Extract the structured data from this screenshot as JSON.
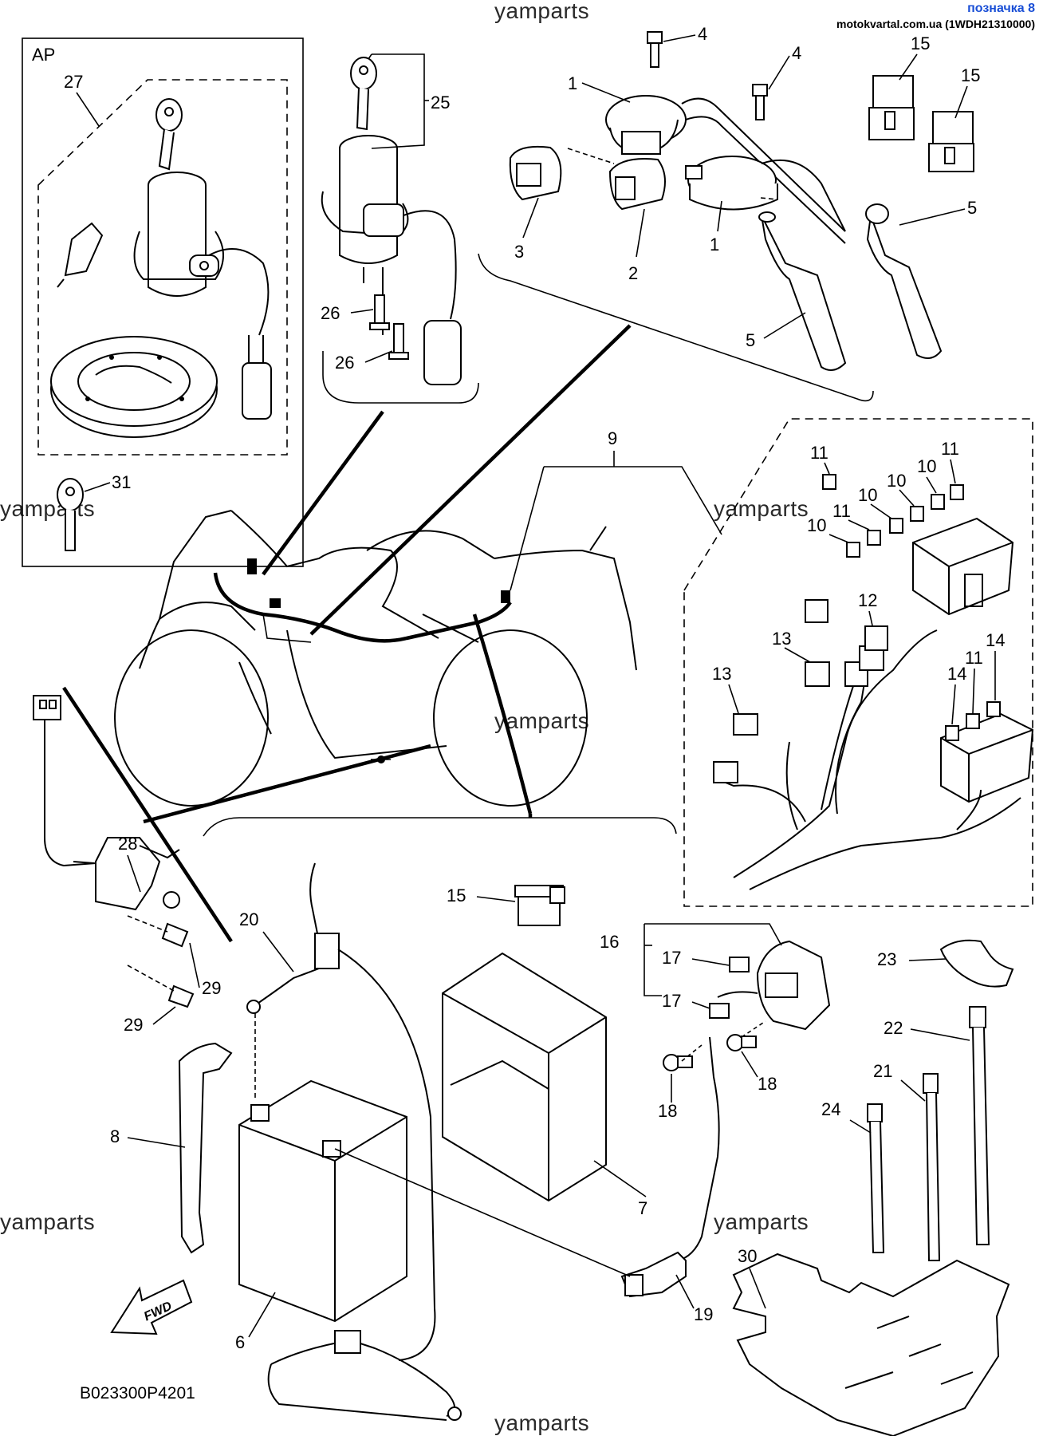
{
  "header": {
    "reference_label": "позначка 8",
    "source_line": "motokvartal.com.ua (1WDH21310000)"
  },
  "watermarks": [
    "yamparts",
    "yamparts",
    "yamparts",
    "yamparts",
    "yamparts",
    "yamparts",
    "yamparts"
  ],
  "inset_label": "AP",
  "catalog_number": "B023300P4201",
  "fwd_label": "FWD",
  "callouts": {
    "c1a": "1",
    "c1b": "1",
    "c2": "2",
    "c3": "3",
    "c4a": "4",
    "c4b": "4",
    "c5a": "5",
    "c5b": "5",
    "c6": "6",
    "c7": "7",
    "c8": "8",
    "c9": "9",
    "c10a": "10",
    "c10b": "10",
    "c10c": "10",
    "c10d": "10",
    "c11a": "11",
    "c11b": "11",
    "c11c": "11",
    "c11d": "11",
    "c12": "12",
    "c13a": "13",
    "c13b": "13",
    "c14a": "14",
    "c14b": "14",
    "c15a": "15",
    "c15b": "15",
    "c15c": "15",
    "c16": "16",
    "c17a": "17",
    "c17b": "17",
    "c18a": "18",
    "c18b": "18",
    "c19": "19",
    "c20": "20",
    "c21": "21",
    "c22": "22",
    "c23": "23",
    "c24": "24",
    "c25": "25",
    "c26a": "26",
    "c26b": "26",
    "c27": "27",
    "c28": "28",
    "c29a": "29",
    "c29b": "29",
    "c30": "30",
    "c31": "31"
  }
}
